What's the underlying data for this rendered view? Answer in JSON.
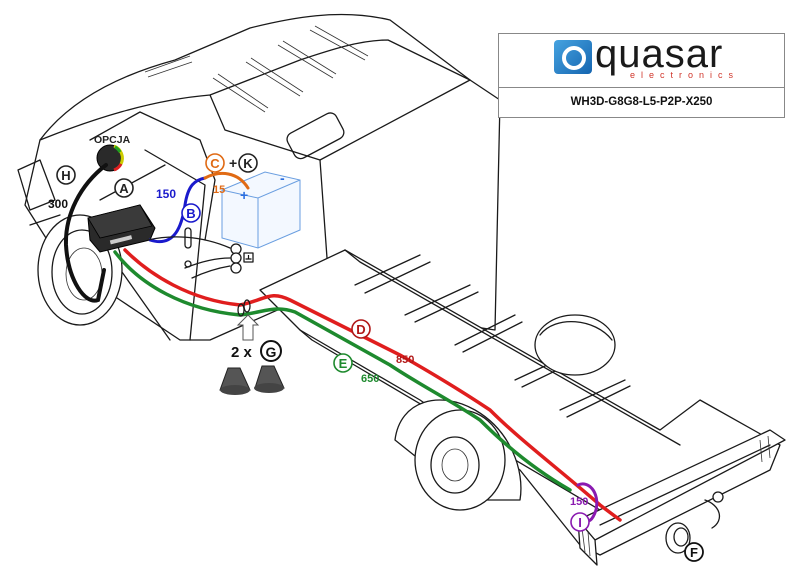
{
  "brand": {
    "name": "quasar",
    "subtitle": "electronics",
    "part_code": "WH3D-G8G8-L5-P2P-X250",
    "colors": {
      "logo_blue": "#1f78c8",
      "subtitle_red": "#d0352a"
    }
  },
  "labels": {
    "opcja": "OPCJA",
    "H": "H",
    "A": "A",
    "B": "B",
    "C": "C",
    "plus": "+",
    "K": "K",
    "D": "D",
    "E": "E",
    "G": "G",
    "G_prefix": "2 x",
    "I": "I",
    "F": "F"
  },
  "lengths": {
    "black_cable": "300",
    "blue_cable": "150",
    "orange_cable": "15",
    "red_cable": "850",
    "green_cable": "650",
    "purple_cable": "150"
  },
  "cable_colors": {
    "black": "#111111",
    "blue": "#1a1acc",
    "orange": "#e06a14",
    "red": "#e01e1e",
    "green": "#1e8a2e",
    "purple": "#8a1ab0"
  },
  "label_colors": {
    "A": "#222222",
    "H": "#222222",
    "K": "#222222",
    "G": "#111111",
    "F": "#111111",
    "B": "#1a1acc",
    "C": "#e06a14",
    "D": "#b01818",
    "E": "#1e8a2e",
    "I": "#8a1ab0"
  }
}
